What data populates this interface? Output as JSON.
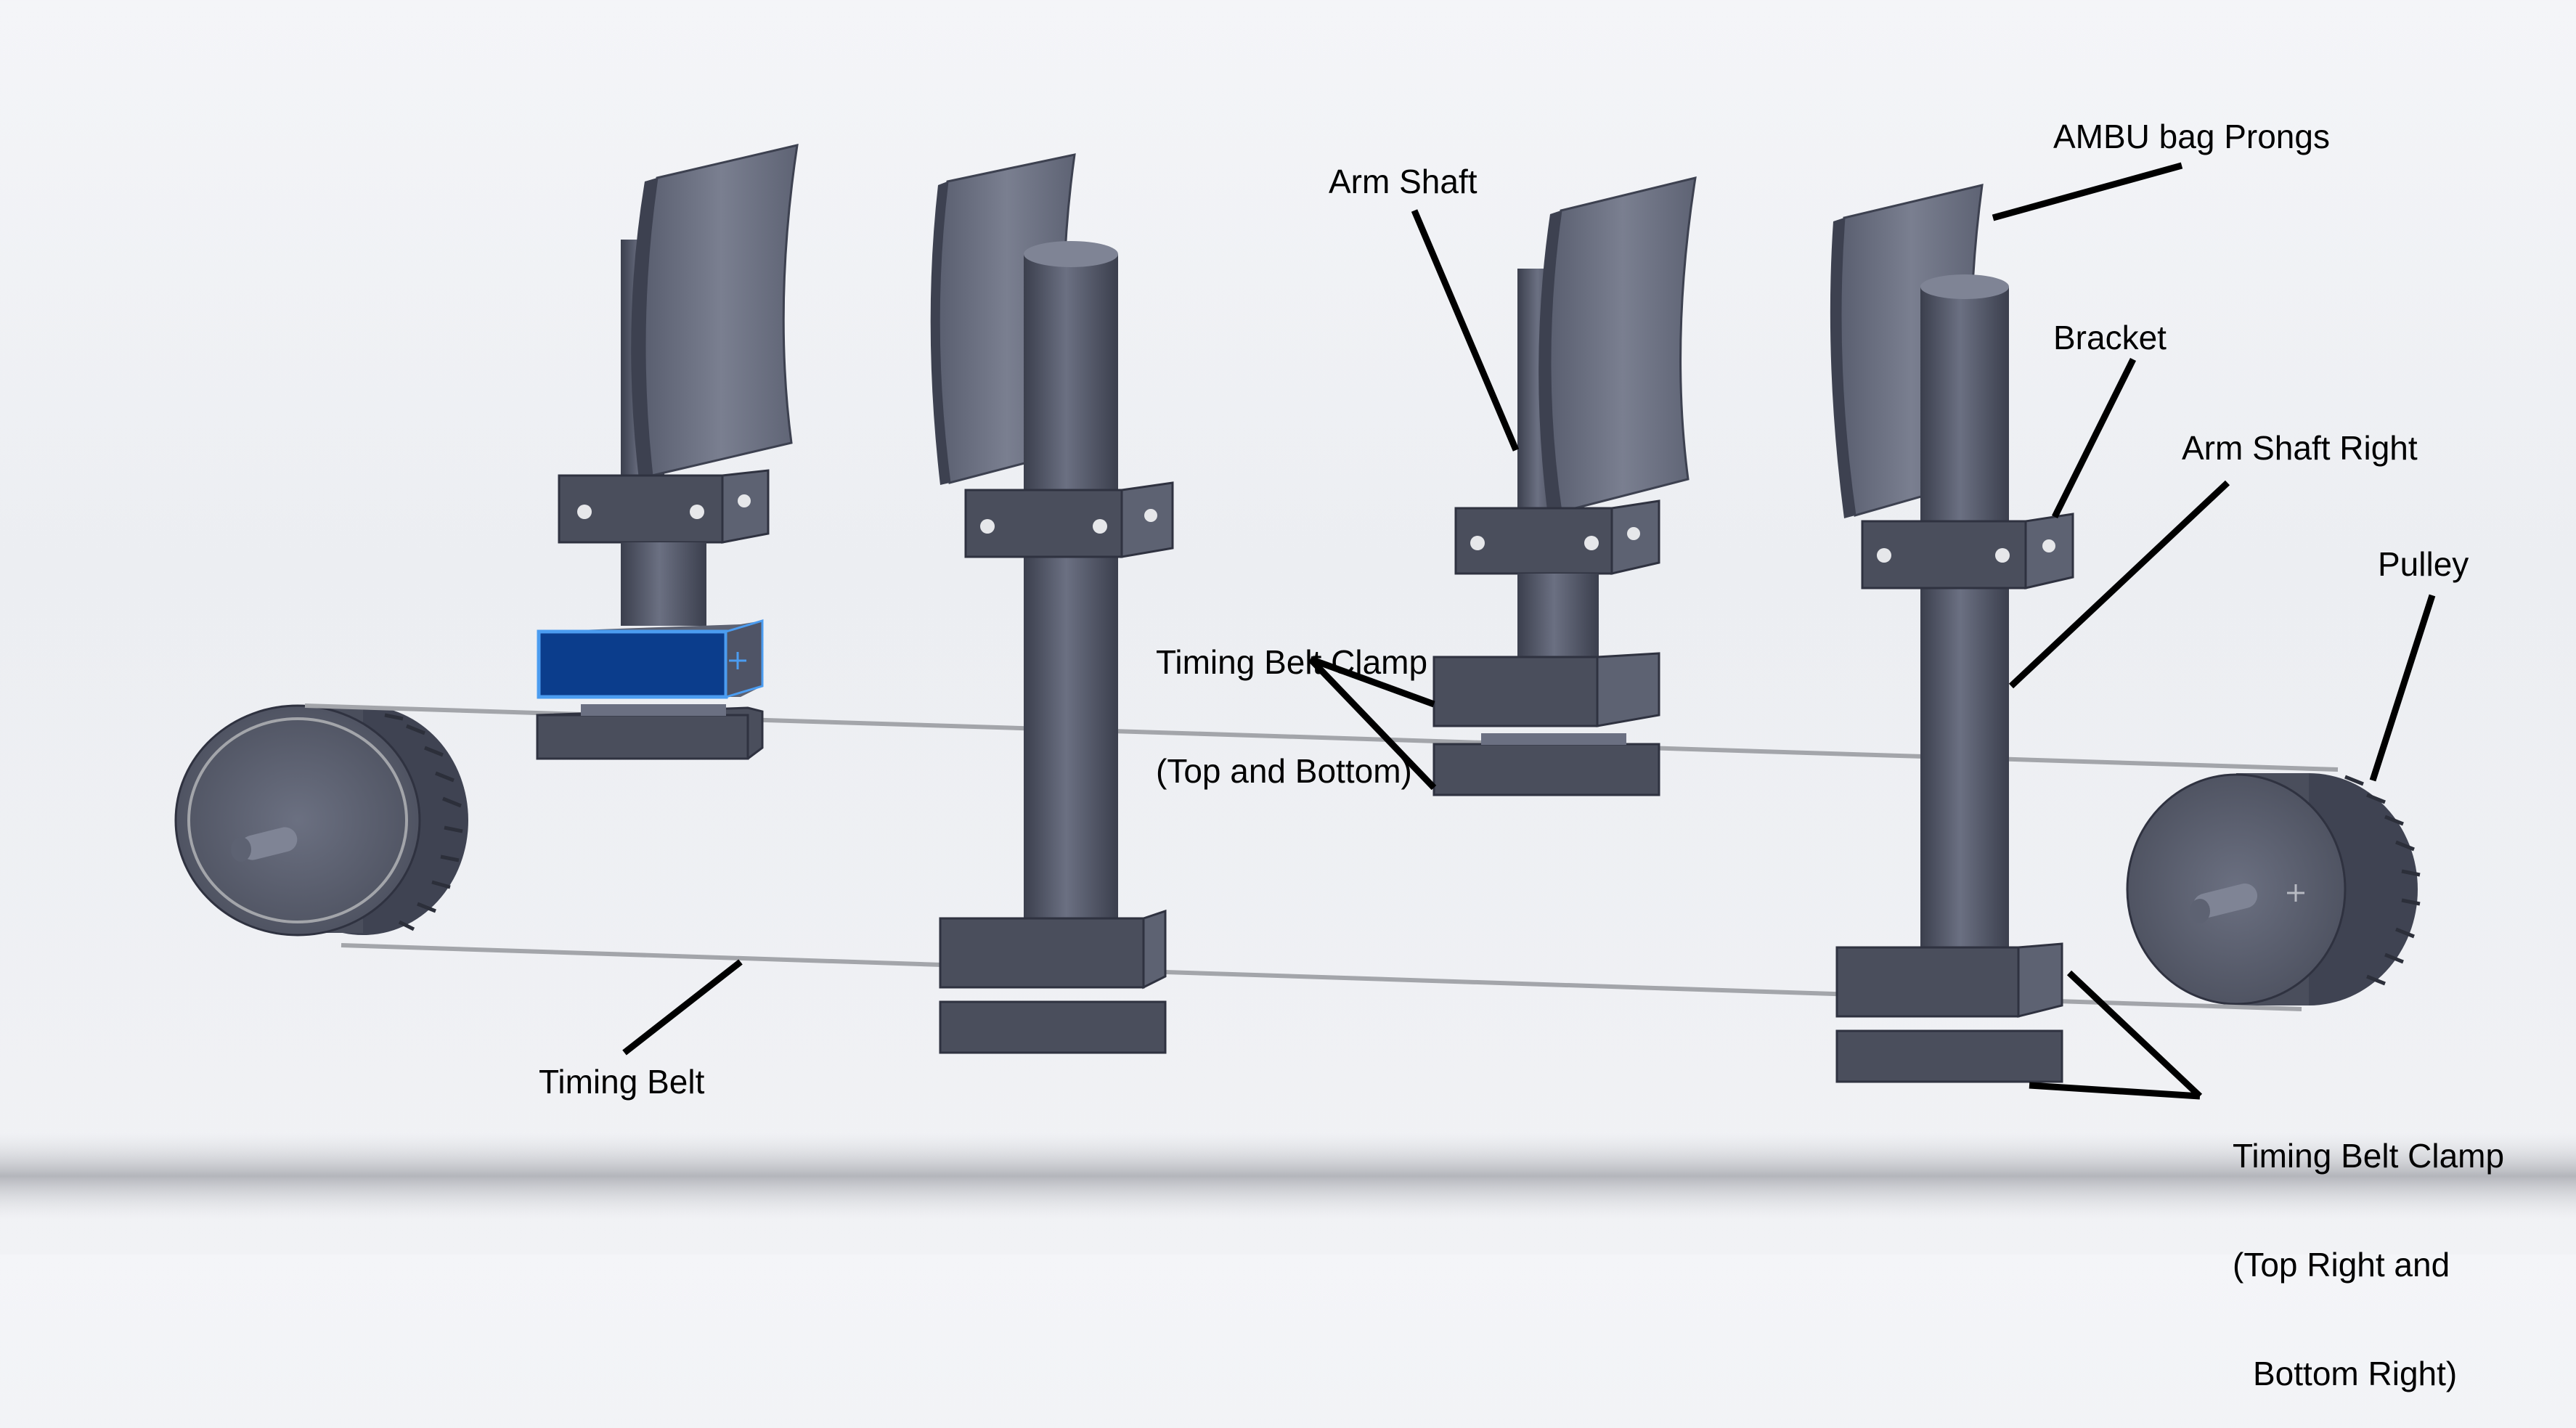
{
  "labels": {
    "ambu_bag_prongs": "AMBU bag Prongs",
    "arm_shaft": "Arm Shaft",
    "bracket": "Bracket",
    "arm_shaft_right": "Arm Shaft Right",
    "pulley": "Pulley",
    "timing_belt_clamp": [
      "Timing Belt Clamp",
      "(Top and Bottom)"
    ],
    "timing_belt": "Timing Belt",
    "timing_belt_clamp_right": [
      "Timing Belt Clamp",
      "(Top Right and",
      "Bottom Right)"
    ]
  },
  "colors": {
    "part_face": "#5d6272",
    "part_light": "#7f8495",
    "part_dark": "#3d4150",
    "prong": "#6a6f80",
    "belt": "#a3a5aa",
    "selected_face": "#0b3d8c",
    "selected_edge": "#4b9cf0",
    "leader": "#000000",
    "text": "#000000"
  },
  "icons": [
    "cad-assembly-render",
    "selection-origin-cross-icon",
    "pulley-axis-cross-icon"
  ]
}
